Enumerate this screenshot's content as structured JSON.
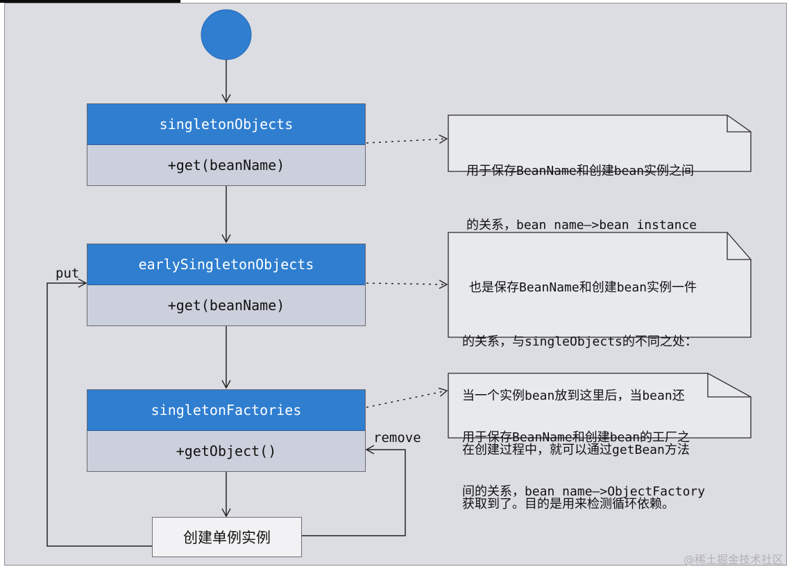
{
  "classes": [
    {
      "name": "singletonObjects",
      "method": "+get(beanName)"
    },
    {
      "name": "earlySingletonObjects",
      "method": "+get(beanName)"
    },
    {
      "name": "singletonFactories",
      "method": "+getObject()"
    }
  ],
  "notes": [
    {
      "lines": [
        "用于保存BeanName和创建bean实例之间",
        "的关系，bean name—>bean instance"
      ]
    },
    {
      "lines": [
        "也是保存BeanName和创建bean实例一件",
        "的关系，与singleObjects的不同之处：",
        "当一个实例bean放到这里后，当bean还",
        "在创建过程中，就可以通过getBean方法",
        "获取到了。目的是用来检测循环依赖。"
      ]
    },
    {
      "lines": [
        "用于保存BeanName和创建bean的工厂之",
        "间的关系，bean name—>ObjectFactory"
      ]
    }
  ],
  "action": {
    "label": "创建单例实例"
  },
  "edge_labels": {
    "put": "put",
    "remove": "remove"
  },
  "watermark": "@稀土掘金技术社区",
  "colors": {
    "start_node": "#2f7ed0",
    "class_header": "#2f7ed0",
    "class_body": "#ccd0dc",
    "background": "#dcdde2"
  }
}
